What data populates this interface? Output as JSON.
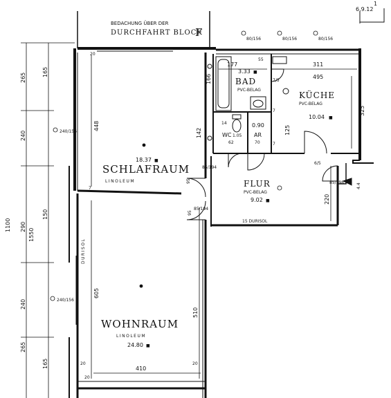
{
  "header": {
    "caption_line1": "BEDACHUNG ÜBER DER",
    "caption_line2": "DURCHFAHRT BLOCK",
    "block_letter": "F",
    "date": "6.9.12",
    "corner_mark": "1"
  },
  "rooms": [
    {
      "key": "schlafraum",
      "name": "SCHLAFRAUM",
      "floor": "LINOLEUM",
      "area": "18.37"
    },
    {
      "key": "wohnraum",
      "name": "WOHNRAUM",
      "floor": "LINOLEUM",
      "area": "24.80"
    },
    {
      "key": "bad",
      "name": "BAD",
      "floor": "PVC-BELAG",
      "area": "3.33"
    },
    {
      "key": "kueche",
      "name": "KÜCHE",
      "floor": "PVC-BELAG",
      "area": "10.04"
    },
    {
      "key": "flur",
      "name": "FLUR",
      "floor": "PVC-BELAG",
      "area": "9.02"
    },
    {
      "key": "wc",
      "name": "WC",
      "area": "1.05"
    },
    {
      "key": "ar",
      "name": "AR",
      "area": "0.90"
    }
  ],
  "wall_labels": {
    "durisol_vertical": "DURISOL",
    "durisol_horizontal": "15 DURISOL"
  },
  "area_unit_glyph": "■",
  "dimensions": {
    "left_outer": [
      "265",
      "240",
      "290",
      "240",
      "265"
    ],
    "left_inner": [
      "165",
      "150",
      "165"
    ],
    "left_total": "1100",
    "left_inner_total": "1550",
    "schlafraum_height": "448",
    "wohnraum_height": "605",
    "wohnraum_right": "510",
    "wohnraum_width": "410",
    "bad_width": "177",
    "bad_height": "166",
    "kueche_width_top": "311",
    "kueche_width": "495",
    "kueche_height": "325",
    "flur_height": "220",
    "ar_height": "125",
    "wc_height": "142",
    "misc": [
      "20",
      "20",
      "20",
      "20",
      "7",
      "7",
      "7",
      "55",
      "62",
      "70",
      "14",
      "95",
      "95"
    ]
  },
  "openings": {
    "window_top": [
      "80/156",
      "80/156",
      "80/156"
    ],
    "window_left": [
      "240/156",
      "240/156"
    ],
    "door_schlaf": "85/194",
    "door_flur": "85/194",
    "door_front": "85/198",
    "door_marks": [
      "7/5",
      "6/5",
      "4.4"
    ]
  }
}
